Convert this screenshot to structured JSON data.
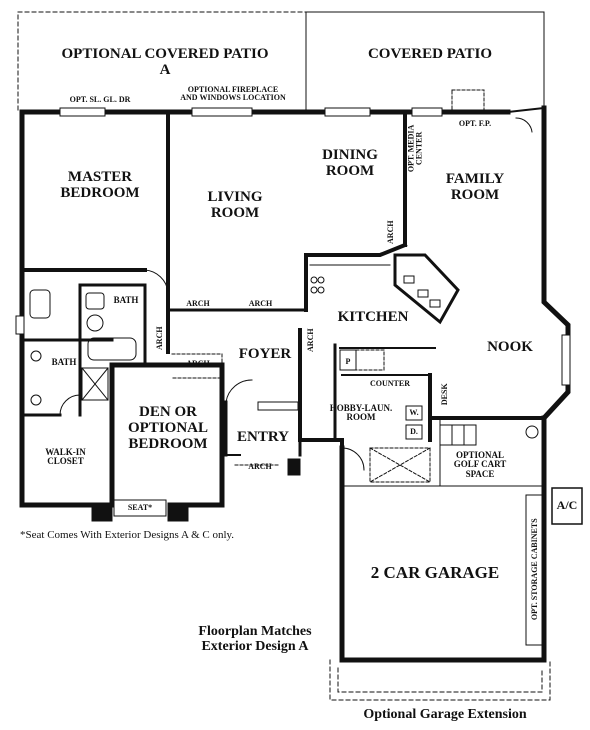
{
  "rooms": {
    "optional_covered_patio": "OPTIONAL COVERED PATIO\nA",
    "covered_patio": "COVERED PATIO",
    "master_bedroom": "MASTER\nBEDROOM",
    "living_room": "LIVING\nROOM",
    "dining_room": "DINING\nROOM",
    "family_room": "FAMILY\nROOM",
    "kitchen": "KITCHEN",
    "nook": "NOOK",
    "foyer": "FOYER",
    "entry": "ENTRY",
    "den": "DEN OR\nOPTIONAL\nBEDROOM",
    "bath_master": "BATH",
    "bath_hall": "BATH",
    "walk_in_closet": "WALK-IN\nCLOSET",
    "hobby_laundry": "HOBBY-LAUN.\nROOM",
    "golf_cart": "OPTIONAL\nGOLF CART\nSPACE",
    "garage": "2 CAR GARAGE"
  },
  "small_labels": {
    "opt_sl_gl_dr": "OPT. SL. GL. DR",
    "opt_fireplace": "OPTIONAL FIREPLACE\nAND WINDOWS LOCATION",
    "opt_fp": "OPT. F.P.",
    "opt_media_center": "OPT. MEDIA\nCENTER",
    "arch_living_1": "ARCH",
    "arch_living_2": "ARCH",
    "arch_dining": "ARCH",
    "arch_left": "ARCH",
    "arch_foyer": "ARCH",
    "arch_kitchen": "ARCH",
    "arch_entry": "ARCH",
    "counter": "COUNTER",
    "desk": "DESK",
    "pantry": "P",
    "washer": "W.",
    "dryer": "D.",
    "seat": "SEAT*",
    "ac": "A/C",
    "storage": "OPT. STORAGE CABINETS"
  },
  "notes": {
    "seat_note": "*Seat Comes With Exterior Designs A & C only.",
    "floorplan_match": "Floorplan Matches\nExterior Design A",
    "garage_extension": "Optional Garage Extension"
  }
}
